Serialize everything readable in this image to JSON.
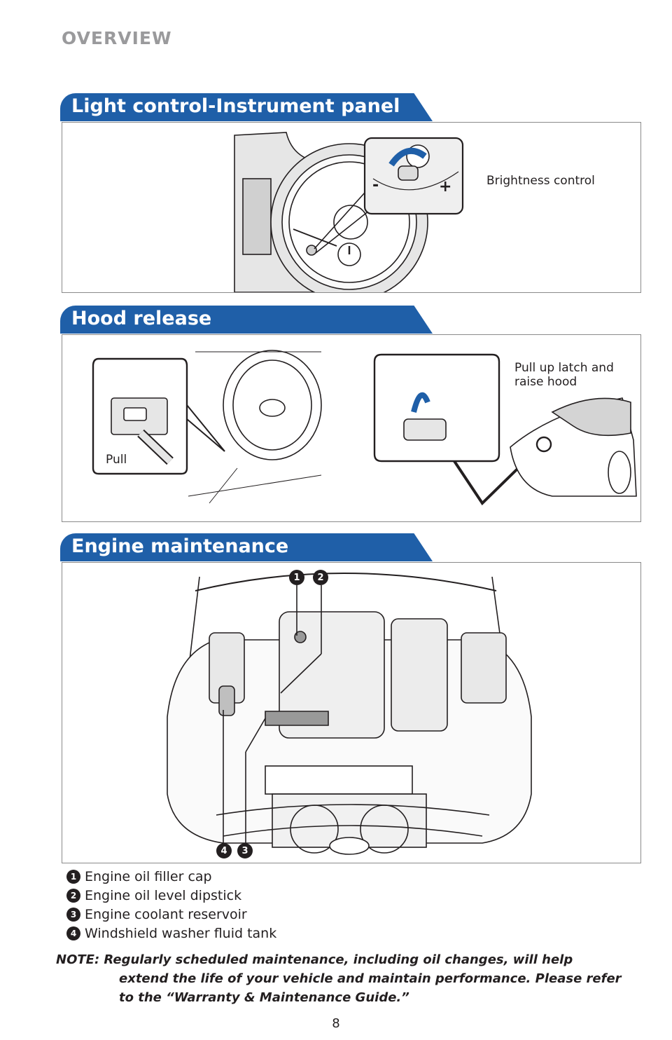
{
  "header": {
    "section": "OVERVIEW"
  },
  "sections": {
    "light_control": {
      "title": "Light control-Instrument panel",
      "callout": "Brightness control",
      "minus": "-",
      "plus": "+"
    },
    "hood_release": {
      "title": "Hood release",
      "pull_label": "Pull",
      "latch_label_1": "Pull up latch and",
      "latch_label_2": "raise hood"
    },
    "engine_maintenance": {
      "title": "Engine maintenance",
      "items": [
        {
          "num": "1",
          "label": "Engine oil filler cap"
        },
        {
          "num": "2",
          "label": "Engine oil level dipstick"
        },
        {
          "num": "3",
          "label": "Engine coolant reservoir"
        },
        {
          "num": "4",
          "label": "Windshield washer fluid tank"
        }
      ]
    }
  },
  "note": {
    "line1": "NOTE: Regularly scheduled maintenance, including oil changes, will help",
    "line2": "extend the life of your vehicle and maintain performance. Please refer",
    "line3": "to the “Warranty & Maintenance Guide.”"
  },
  "page_number": "8"
}
